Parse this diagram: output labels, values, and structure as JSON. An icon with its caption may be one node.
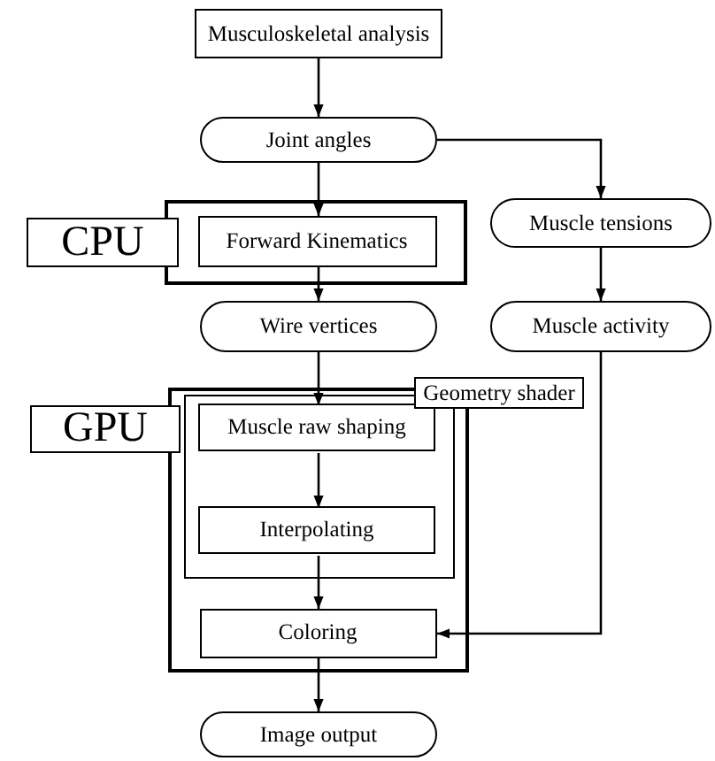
{
  "diagram": {
    "nodes": [
      {
        "text": [
          "Musculoskeletal analysis"
        ]
      },
      {
        "text": [
          "Joint angles"
        ]
      },
      {
        "text": [
          "CPU"
        ]
      },
      {
        "text": [
          "Forward Kinematics"
        ],
        "in": 2
      },
      {
        "text": [
          "Muscle tensions"
        ]
      },
      {
        "text": [
          "Wire vertices"
        ]
      },
      {
        "text": [
          "Muscle activity"
        ]
      },
      {
        "text": [
          "GPU"
        ]
      },
      {
        "text": [
          "Geometry shader"
        ],
        "in": 7
      },
      {
        "text": [
          "Muscle raw shaping"
        ],
        "in": 8
      },
      {
        "text": [
          "Interpolating"
        ],
        "in": 8
      },
      {
        "text": [
          "Coloring"
        ],
        "in": 7
      },
      {
        "text": [
          "Image output"
        ]
      }
    ],
    "edges": [
      {
        "from": 0,
        "to": 1,
        "arrow": "to"
      },
      {
        "from": 1,
        "to": 3,
        "arrow": "to"
      },
      {
        "from": 1,
        "to": 4,
        "arrow": "to"
      },
      {
        "from": 3,
        "to": 5,
        "arrow": "to"
      },
      {
        "from": 4,
        "to": 6,
        "arrow": "to"
      },
      {
        "from": 5,
        "to": 9,
        "arrow": "to"
      },
      {
        "from": 9,
        "to": 10,
        "arrow": "to"
      },
      {
        "from": 10,
        "to": 11,
        "arrow": "to"
      },
      {
        "from": 6,
        "to": 11,
        "arrow": "to"
      },
      {
        "from": 11,
        "to": 12,
        "arrow": "to"
      }
    ]
  }
}
